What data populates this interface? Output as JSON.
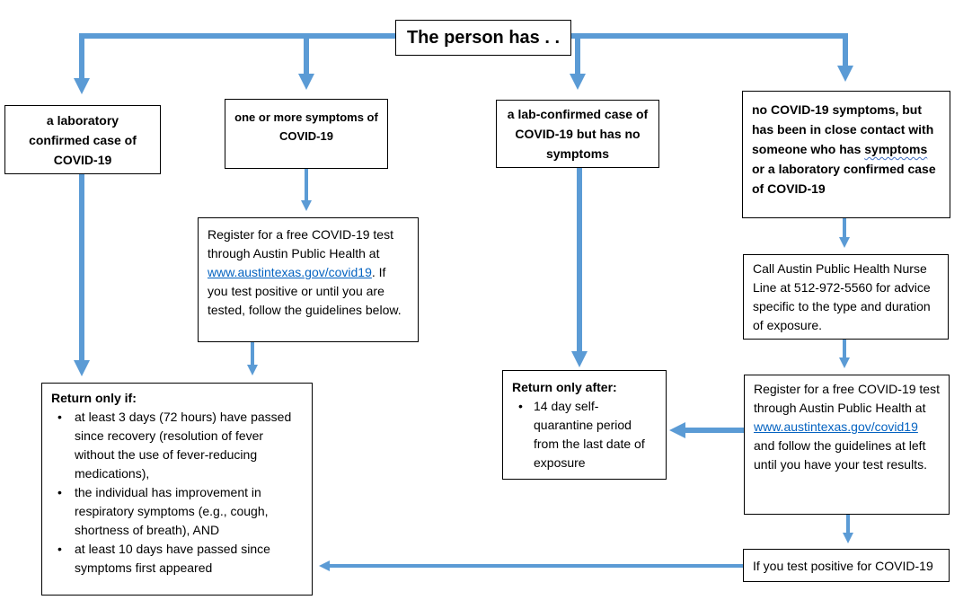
{
  "diagram": {
    "title": "The person has . .",
    "arrow_color": "#5b9bd5",
    "link_color": "#0563c1",
    "boxes": {
      "lab_confirmed": "a laboratory confirmed case of COVID-19",
      "symptoms": "one or more symptoms of COVID-19",
      "no_symptoms_case": "a lab-confirmed case of COVID-19 but has no symptoms",
      "close_contact": {
        "lead": "no COVID-19 symptoms, but has been in close contact with someone who has",
        "underlined_word": "symptoms",
        "tail": "or a laboratory confirmed case of COVID-19"
      },
      "register_left": {
        "before": "Register for a free COVID-19 test through Austin Public Health at",
        "link": "www.austintexas.gov/covid19",
        "after": ". If you test positive or until you are tested, follow the guidelines below."
      },
      "nurse_line": "Call Austin Public Health Nurse Line at 512-972-5560 for advice specific to the type and duration of exposure.",
      "register_right": {
        "before": "Register for a free COVID-19 test through Austin Public Health at",
        "link": "www.austintexas.gov/covid19",
        "after": "and follow the guidelines at left until you have your test results."
      },
      "return_if": {
        "heading": "Return only if:",
        "items": [
          "at least 3 days (72 hours) have passed since recovery (resolution of fever without the use of fever-reducing medications),",
          "the individual has improvement in respiratory symptoms (e.g., cough, shortness of breath), AND",
          "at least 10 days have passed since symptoms first appeared"
        ]
      },
      "return_after": {
        "heading": "Return only after:",
        "items": [
          "14 day self-quarantine period from the last date of exposure"
        ]
      },
      "test_positive": "If you test positive for COVID-19"
    }
  }
}
